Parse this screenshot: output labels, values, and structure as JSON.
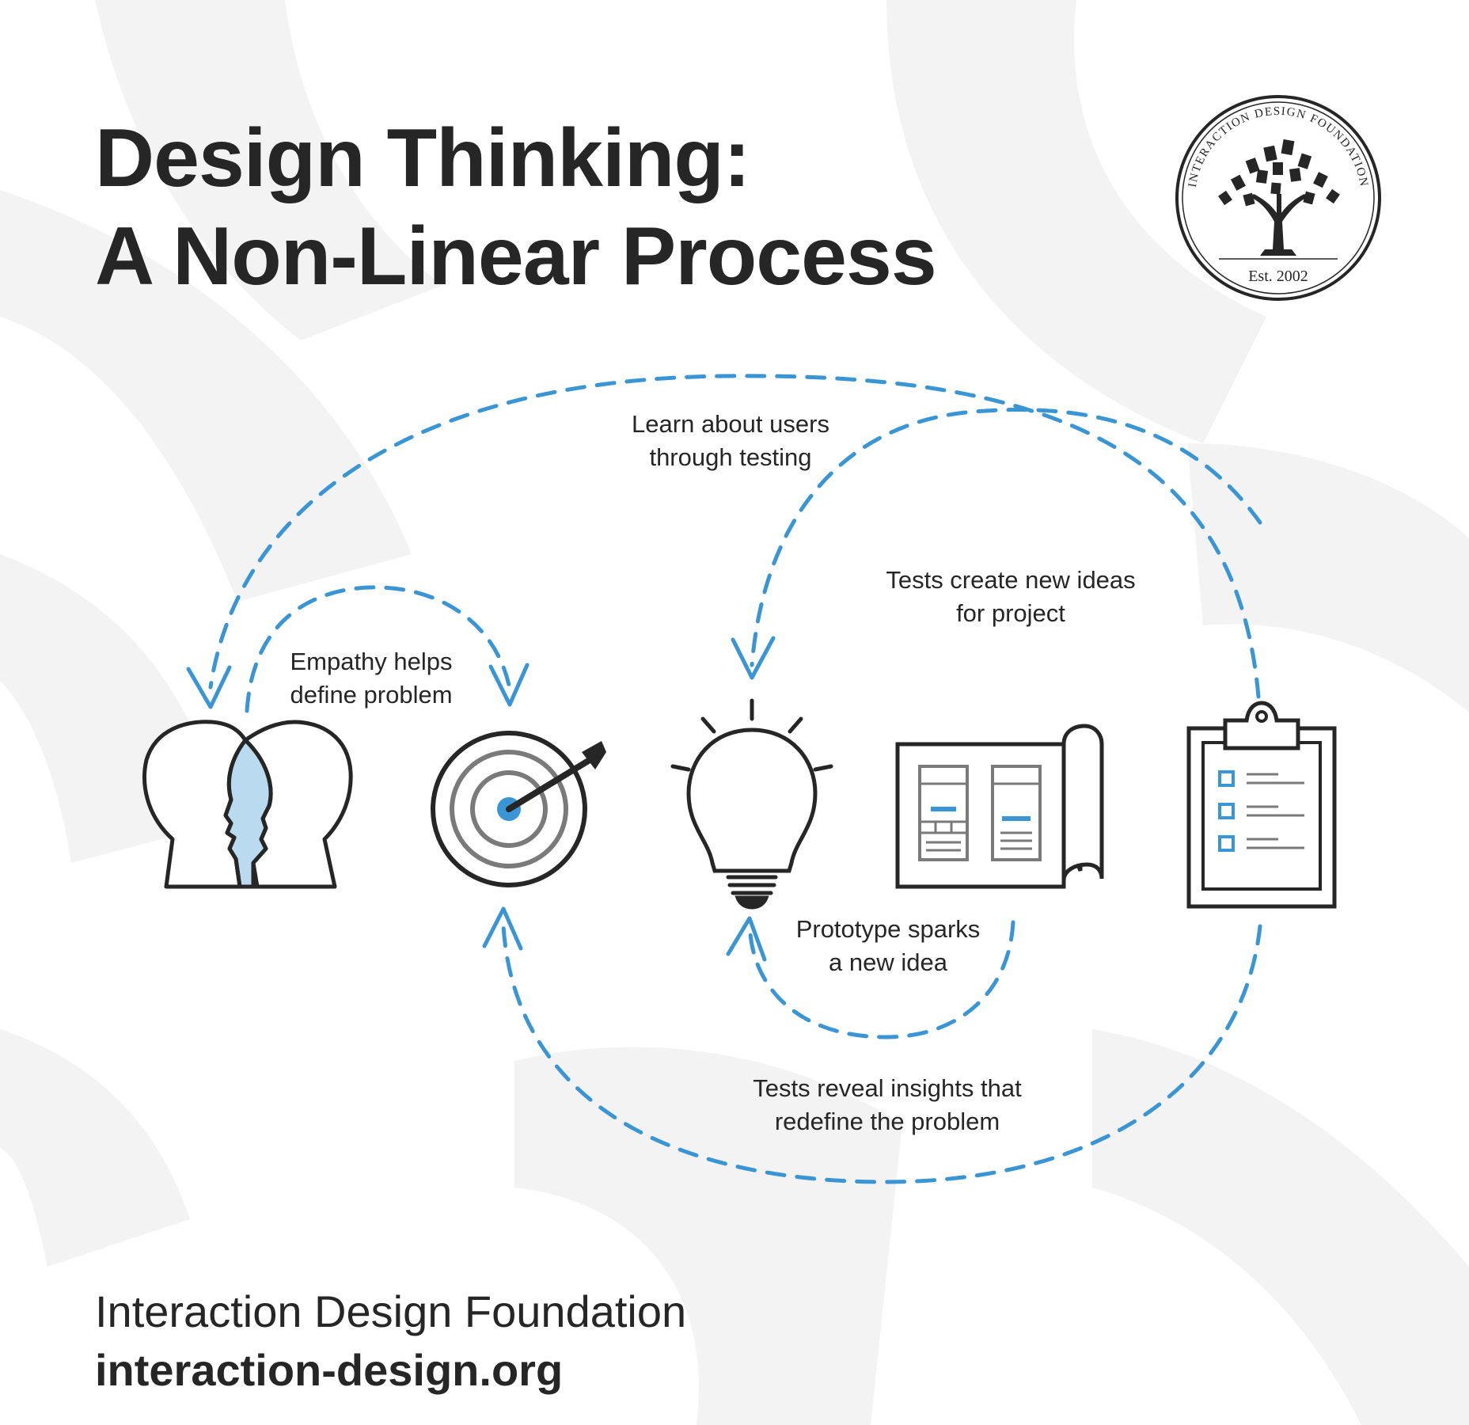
{
  "title": {
    "line1": "Design Thinking:",
    "line2": "A Non-Linear Process"
  },
  "seal": {
    "ring_text": "INTERACTION DESIGN FOUNDATION",
    "established": "Est. 2002"
  },
  "diagram": {
    "nodes": [
      {
        "id": "empathize",
        "icon": "two-heads-icon"
      },
      {
        "id": "define",
        "icon": "target-icon"
      },
      {
        "id": "ideate",
        "icon": "lightbulb-icon"
      },
      {
        "id": "prototype",
        "icon": "blueprint-icon"
      },
      {
        "id": "test",
        "icon": "clipboard-checklist-icon"
      }
    ],
    "edges": [
      {
        "from": "test",
        "to": "empathize",
        "label_line1": "Learn about users",
        "label_line2": "through testing"
      },
      {
        "from": "test",
        "to": "ideate",
        "label_line1": "Tests create new ideas",
        "label_line2": "for project"
      },
      {
        "from": "empathize",
        "to": "define",
        "label_line1": "Empathy helps",
        "label_line2": "define problem"
      },
      {
        "from": "prototype",
        "to": "ideate",
        "label_line1": "Prototype sparks",
        "label_line2": "a new idea"
      },
      {
        "from": "test",
        "to": "define",
        "label_line1": "Tests reveal insights that",
        "label_line2": "redefine the problem"
      }
    ],
    "accent_color": "#3a95d4",
    "icon_color": "#262626",
    "gray_color": "#7a7a7a"
  },
  "footer": {
    "organization": "Interaction Design Foundation",
    "url": "interaction-design.org"
  }
}
